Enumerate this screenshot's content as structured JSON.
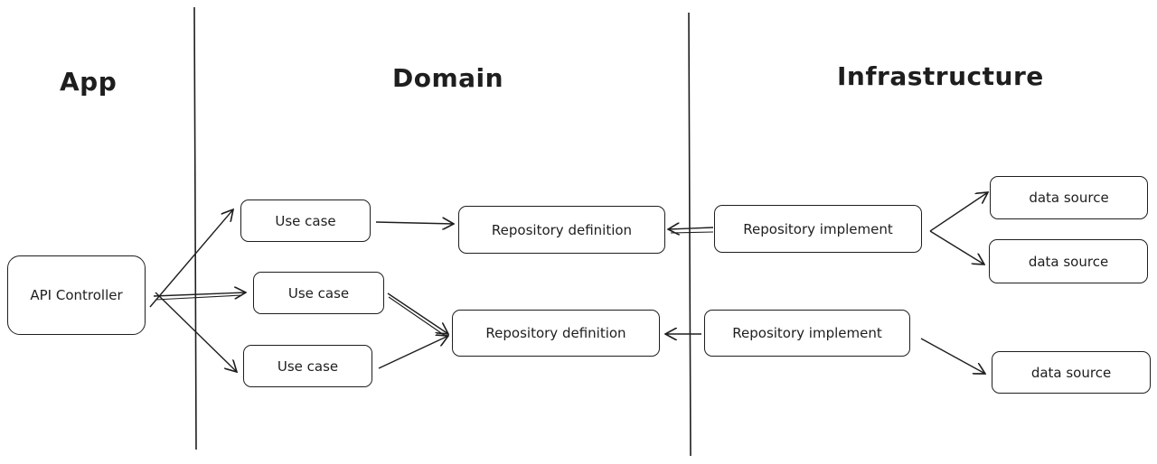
{
  "headings": {
    "app": "App",
    "domain": "Domain",
    "infrastructure": "Infrastructure"
  },
  "nodes": {
    "api_controller": "API Controller",
    "use_case_1": "Use case",
    "use_case_2": "Use case",
    "use_case_3": "Use case",
    "repository_definition_1": "Repository definition",
    "repository_definition_2": "Repository definition",
    "repository_implement_1": "Repository implement",
    "repository_implement_2": "Repository implement",
    "data_source_1": "data source",
    "data_source_2": "data source",
    "data_source_3": "data source"
  },
  "colors": {
    "stroke": "#1e1e1e",
    "background": "#ffffff"
  }
}
